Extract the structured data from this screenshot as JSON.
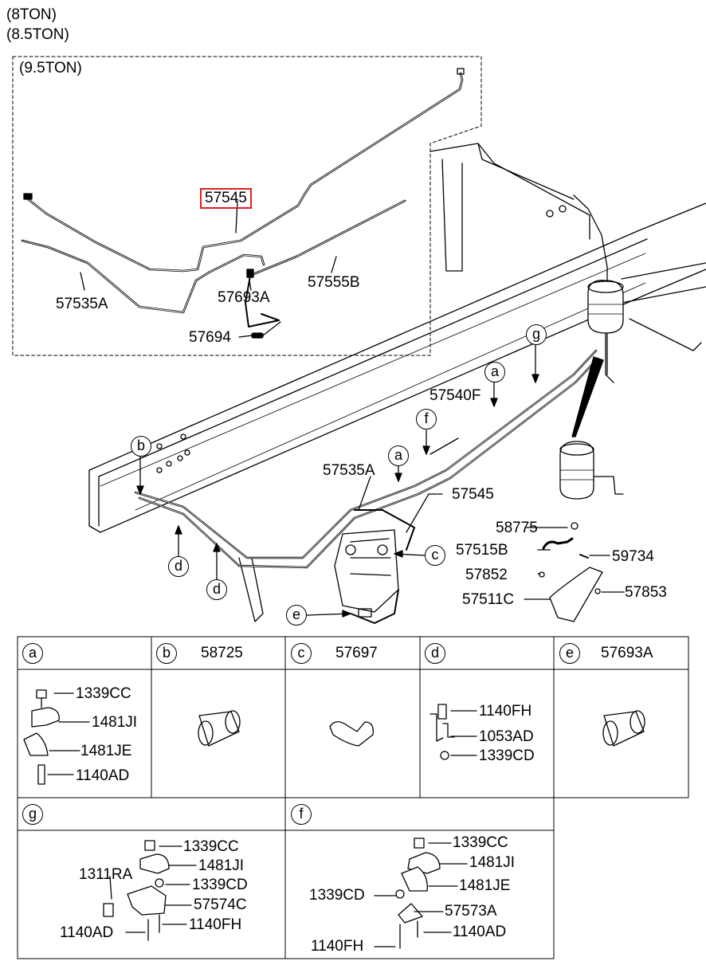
{
  "headers": {
    "ton1": "(8TON)",
    "ton2": "(8.5TON)",
    "ton3": "(9.5TON)"
  },
  "inset": {
    "p57545": "57545",
    "p57693a": "57693A",
    "p57555b": "57555B",
    "p57535a": "57535A",
    "p57694": "57694"
  },
  "main": {
    "g": "g",
    "a1": "a",
    "p57540f": "57540F",
    "f": "f",
    "b": "b",
    "a2": "a",
    "p57535a": "57535A",
    "p57545": "57545",
    "c": "c",
    "d1": "d",
    "d2": "d",
    "e": "e",
    "p58775": "58775",
    "p57515b": "57515B",
    "p59734": "59734",
    "p57852": "57852",
    "p57853": "57853",
    "p57511c": "57511C"
  },
  "table": {
    "a": {
      "letter": "a",
      "parts": [
        "1339CC",
        "1481JI",
        "1481JE",
        "1140AD"
      ]
    },
    "b": {
      "letter": "b",
      "part": "58725"
    },
    "c": {
      "letter": "c",
      "part": "57697"
    },
    "d": {
      "letter": "d",
      "parts": [
        "1140FH",
        "1053AD",
        "1339CD"
      ]
    },
    "e": {
      "letter": "e",
      "part": "57693A"
    },
    "g": {
      "letter": "g",
      "parts": [
        "1339CC",
        "1481JI",
        "1311RA",
        "1339CD",
        "57574C",
        "1140AD",
        "1140FH"
      ]
    },
    "f": {
      "letter": "f",
      "parts": [
        "1339CC",
        "1481JI",
        "1481JE",
        "1339CD",
        "57573A",
        "1140AD",
        "1140FH"
      ]
    }
  },
  "colors": {
    "highlight": "#e02020",
    "line": "#000000"
  }
}
